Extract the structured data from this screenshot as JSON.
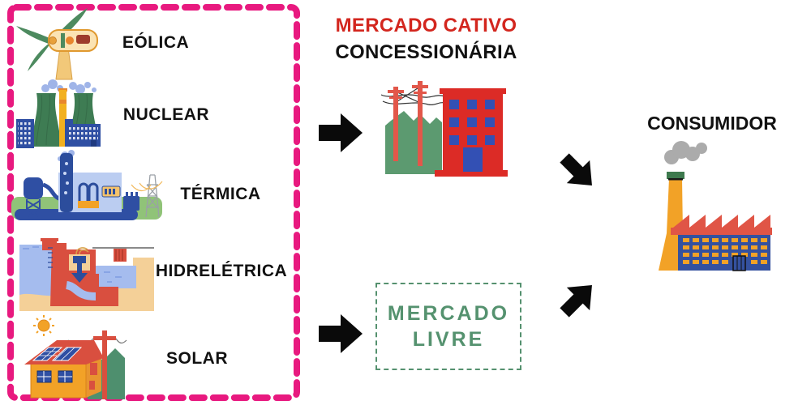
{
  "source_panel": {
    "border_color": "#E8197F",
    "items": [
      {
        "label": "EÓLICA",
        "icon": "wind-turbine-icon"
      },
      {
        "label": "NUCLEAR",
        "icon": "nuclear-plant-icon"
      },
      {
        "label": "TÉRMICA",
        "icon": "thermal-plant-icon"
      },
      {
        "label": "HIDRELÉTRICA",
        "icon": "hydroelectric-dam-icon"
      },
      {
        "label": "SOLAR",
        "icon": "solar-house-icon"
      }
    ]
  },
  "captive_market": {
    "title": "MERCADO CATIVO",
    "subtitle": "CONCESSIONÁRIA",
    "title_color": "#D3261E",
    "icon": "utility-building-icon"
  },
  "free_market": {
    "line1": "MERCADO",
    "line2": "LIVRE",
    "text_color": "#55926F",
    "border_color": "#55916F"
  },
  "consumer": {
    "label": "CONSUMIDOR",
    "icon": "factory-icon"
  },
  "arrows": {
    "color": "#0A0A0A",
    "flow": [
      "sources-to-captive",
      "sources-to-free",
      "captive-to-consumer",
      "free-to-consumer"
    ]
  }
}
